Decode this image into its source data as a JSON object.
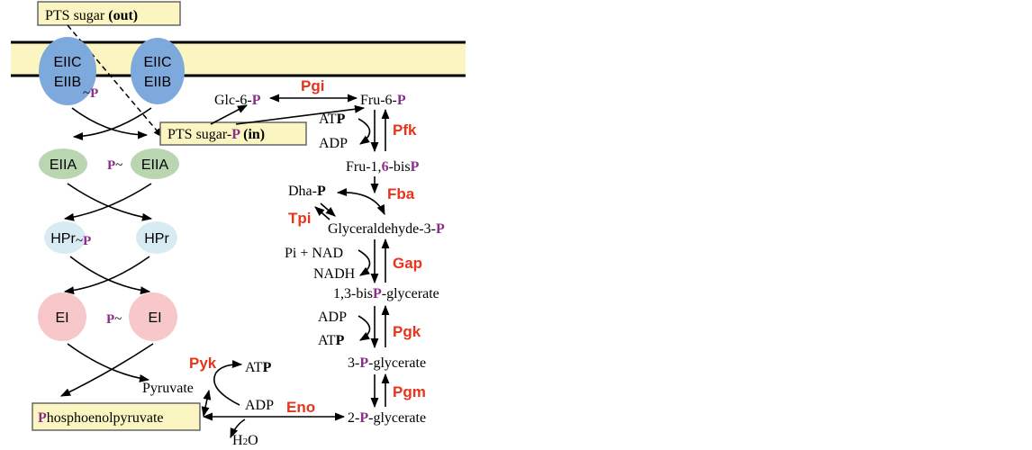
{
  "colors": {
    "membrane": "#fbf5c2",
    "box_fill": "#fbf5c2",
    "enzyme_red": "#e8341c",
    "phosphate_purple": "#8b2d8b",
    "eiic_blue": "#7ea9dc",
    "eiia_green": "#b9d6b0",
    "hpr_blue": "#d8ebf3",
    "ei_pink": "#f7c7c9"
  },
  "membrane": {
    "sugar_out_prefix": "PTS sugar ",
    "sugar_out_bold": "(out)"
  },
  "proteins": {
    "eiic_line1": "EIIC",
    "eiic_line2": "EIIB",
    "p_tilde": "~",
    "p_letter": "P",
    "eiia": "EIIA",
    "hpr": "HPr",
    "ei": "EI"
  },
  "boxes": {
    "sugar_in_prefix": "PTS sugar-",
    "sugar_in_p": "P",
    "sugar_in_bold": " (in)",
    "pep_p": "P",
    "pep_rest": "hosphoenolpyruvate"
  },
  "metabolites": {
    "glc6p_prefix": "Glc-6-",
    "fru6p_prefix": "Fru-6-",
    "p": "P",
    "atp_prefix": "AT",
    "adp": "ADP",
    "fbp_prefix": "Fru-1,",
    "fbp_six": "6",
    "fbp_mid": "-bis",
    "dha_prefix": "Dha-",
    "g3p_prefix": "Glyceraldehyde-3-",
    "pi_nad": "Pi + NAD",
    "nadh": "NADH",
    "bpg_prefix": "1,3-bis",
    "bpg_suffix": "-glycerate",
    "pg3_prefix": "3-",
    "pg_suffix": "-glycerate",
    "pg2_prefix": "2-",
    "pyruvate": "Pyruvate",
    "h2o_h": "H",
    "h2o_2": "2",
    "h2o_o": "O"
  },
  "enzymes": {
    "pgi": "Pgi",
    "pfk": "Pfk",
    "fba": "Fba",
    "tpi": "Tpi",
    "gap": "Gap",
    "pgk": "Pgk",
    "pgm": "Pgm",
    "eno": "Eno",
    "pyk": "Pyk"
  }
}
